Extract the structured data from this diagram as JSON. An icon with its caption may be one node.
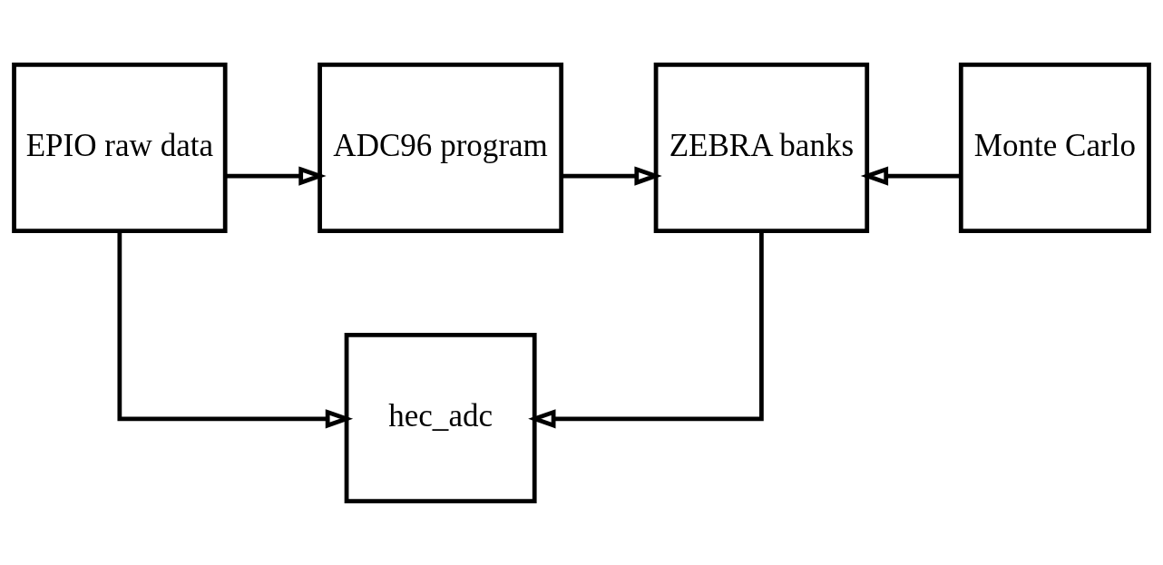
{
  "diagram": {
    "nodes": [
      {
        "text": [
          "EPIO raw data"
        ]
      },
      {
        "text": [
          "ADC96 program"
        ]
      },
      {
        "text": [
          "ZEBRA banks"
        ]
      },
      {
        "text": [
          "Monte Carlo"
        ]
      },
      {
        "text": [
          "hec_adc"
        ]
      }
    ],
    "edges": [
      {
        "from": 0,
        "to": 1,
        "arrow": "to"
      },
      {
        "from": 1,
        "to": 2,
        "arrow": "to"
      },
      {
        "from": 3,
        "to": 2,
        "arrow": "to"
      },
      {
        "from": 0,
        "to": 4,
        "arrow": "to"
      },
      {
        "from": 2,
        "to": 4,
        "arrow": "to"
      }
    ]
  }
}
